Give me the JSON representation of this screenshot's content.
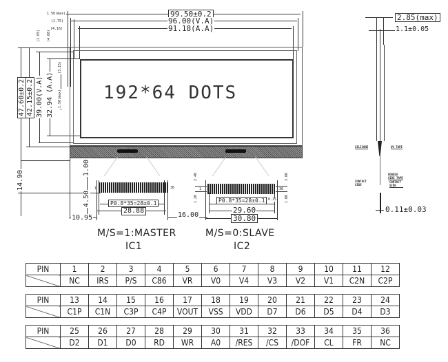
{
  "drawing": {
    "title": "192x64 Graphic LCD Module Outline Drawing",
    "display_text": "192*64 DOTS",
    "front_view": {
      "dimensions_horizontal": {
        "outline_width": "99.50±0.2",
        "viewing_area_width": "96.00(V.A)",
        "active_area_width": "91.18(A.A)",
        "left_edge_max": "1.50(max)",
        "left_va_offset": "(1.75)",
        "left_aa_offset": "(4.16)"
      },
      "dimensions_vertical": {
        "outline_height": "47.60±0.2",
        "glass_height": "42.15±0.2",
        "viewing_area_height": "39.00(V.A)",
        "active_area_height": "32.94 (A.A)",
        "top_va_offset": "(1.65)",
        "top_aa_offset": "(4.60)",
        "inner_offset": "(3.15)",
        "bottom_max": "1.50(max)",
        "fpc_length": "14.90"
      }
    },
    "fpc": {
      "ic1": {
        "pitch_label": "P0.8*35=28±0.1",
        "width": "28.88",
        "pin_first": "1",
        "pin_last": "36",
        "mode_label": "M/S=1:MASTER",
        "ic_label": "IC1",
        "left_offset": "10.95",
        "height_top": "1.00",
        "height_bottom": "4.50"
      },
      "gap_between": "16.00",
      "ic2": {
        "pitch_label": "P0.8*35=28±0.1",
        "inner_width": "29.60",
        "width": "30.80",
        "pin_first": "1",
        "pin_last": "36",
        "mode_label": "M/S=0:SLAVE",
        "ic_label": "IC2",
        "left_top": "2.40",
        "left_bottom": "1.20",
        "right_top": "3.00",
        "right_bottom": "1.00",
        "extra": "0.15"
      }
    },
    "side_view": {
      "thickness_max": "2.85(max)",
      "glass_thickness": "1.1±0.05",
      "fpc_thickness": "0.11±0.03",
      "notes": {
        "silicone": "SILICONE",
        "uv_tape": "UV TAPE",
        "double_side_tape": "DOUBLE SIDE TAPE",
        "contact_side_left": "CONTACT SIDE",
        "contact_side_right": "CONTACT SIDE"
      }
    }
  },
  "pin_table": {
    "header_label": "PIN",
    "rows": [
      {
        "pins": [
          "1",
          "2",
          "3",
          "4",
          "5",
          "6",
          "7",
          "8",
          "9",
          "10",
          "11",
          "12"
        ],
        "names": [
          "NC",
          "IRS",
          "P/S",
          "C86",
          "VR",
          "V0",
          "V4",
          "V3",
          "V2",
          "V1",
          "C2N",
          "C2P"
        ]
      },
      {
        "pins": [
          "13",
          "14",
          "15",
          "16",
          "17",
          "18",
          "19",
          "20",
          "21",
          "22",
          "23",
          "24"
        ],
        "names": [
          "C1P",
          "C1N",
          "C3P",
          "C4P",
          "VOUT",
          "VSS",
          "VDD",
          "D7",
          "D6",
          "D5",
          "D4",
          "D3"
        ]
      },
      {
        "pins": [
          "25",
          "26",
          "27",
          "28",
          "29",
          "30",
          "31",
          "32",
          "33",
          "34",
          "35",
          "36"
        ],
        "names": [
          "D2",
          "D1",
          "D0",
          "RD",
          "WR",
          "A0",
          "/RES",
          "/CS",
          "/DOF",
          "CL",
          "FR",
          "NC"
        ]
      }
    ]
  }
}
